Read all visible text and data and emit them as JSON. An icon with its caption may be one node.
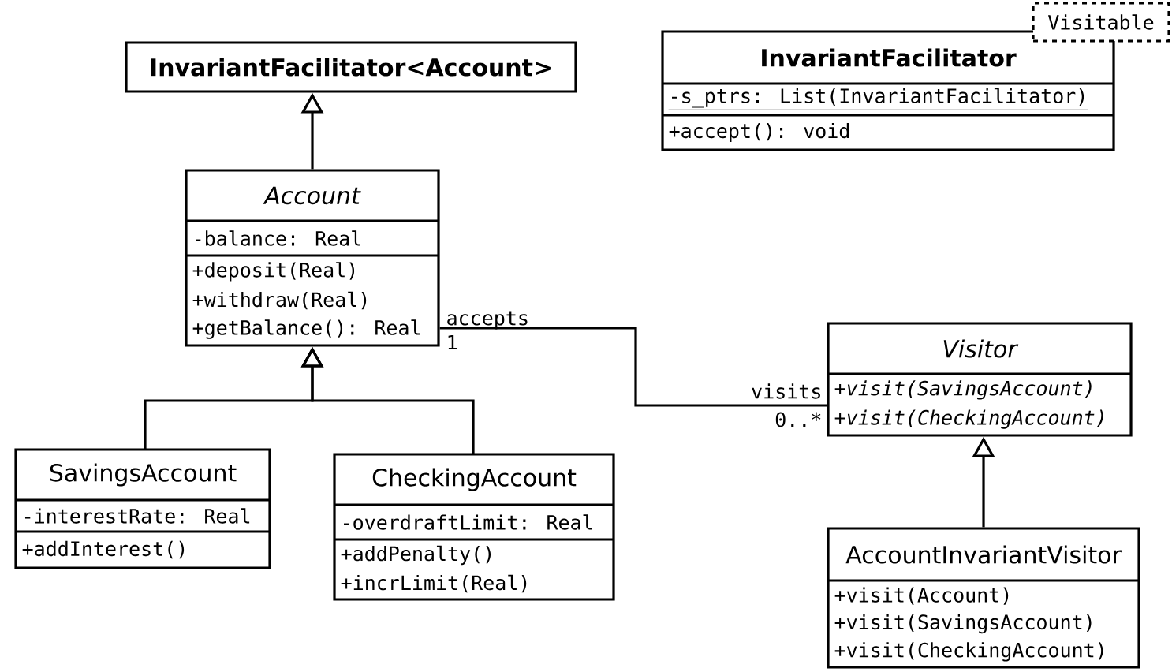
{
  "diagram": {
    "nodes": [
      {
        "text": [
          "InvariantFacilitator<Account>"
        ]
      },
      {
        "text": [
          "InvariantFacilitator",
          "-s_ptrs: List(InvariantFacilitator)",
          "+accept(): void"
        ]
      },
      {
        "text": [
          "Visitable"
        ]
      },
      {
        "text": [
          "Account",
          "-balance: Real",
          "+deposit(Real)",
          "+withdraw(Real)",
          "+getBalance(): Real"
        ]
      },
      {
        "text": [
          "Visitor",
          "+visit(SavingsAccount)",
          "+visit(CheckingAccount)"
        ]
      },
      {
        "text": [
          "SavingsAccount",
          "-interestRate: Real",
          "+addInterest()"
        ]
      },
      {
        "text": [
          "CheckingAccount",
          "-overdraftLimit: Real",
          "+addPenalty()",
          "+incrLimit(Real)"
        ]
      },
      {
        "text": [
          "AccountInvariantVisitor",
          "+visit(Account)",
          "+visit(SavingsAccount)",
          "+visit(CheckingAccount)"
        ]
      }
    ],
    "edges": [
      {
        "from": 3,
        "to": 0,
        "arrow": "to"
      },
      {
        "from": 5,
        "to": 3,
        "arrow": "to"
      },
      {
        "from": 6,
        "to": 3,
        "arrow": "to"
      },
      {
        "from": 7,
        "to": 4,
        "arrow": "to"
      },
      {
        "from": 3,
        "to": 4,
        "arrow": "none"
      }
    ],
    "labels": [
      "accepts",
      "1",
      "visits",
      "0..*"
    ]
  }
}
